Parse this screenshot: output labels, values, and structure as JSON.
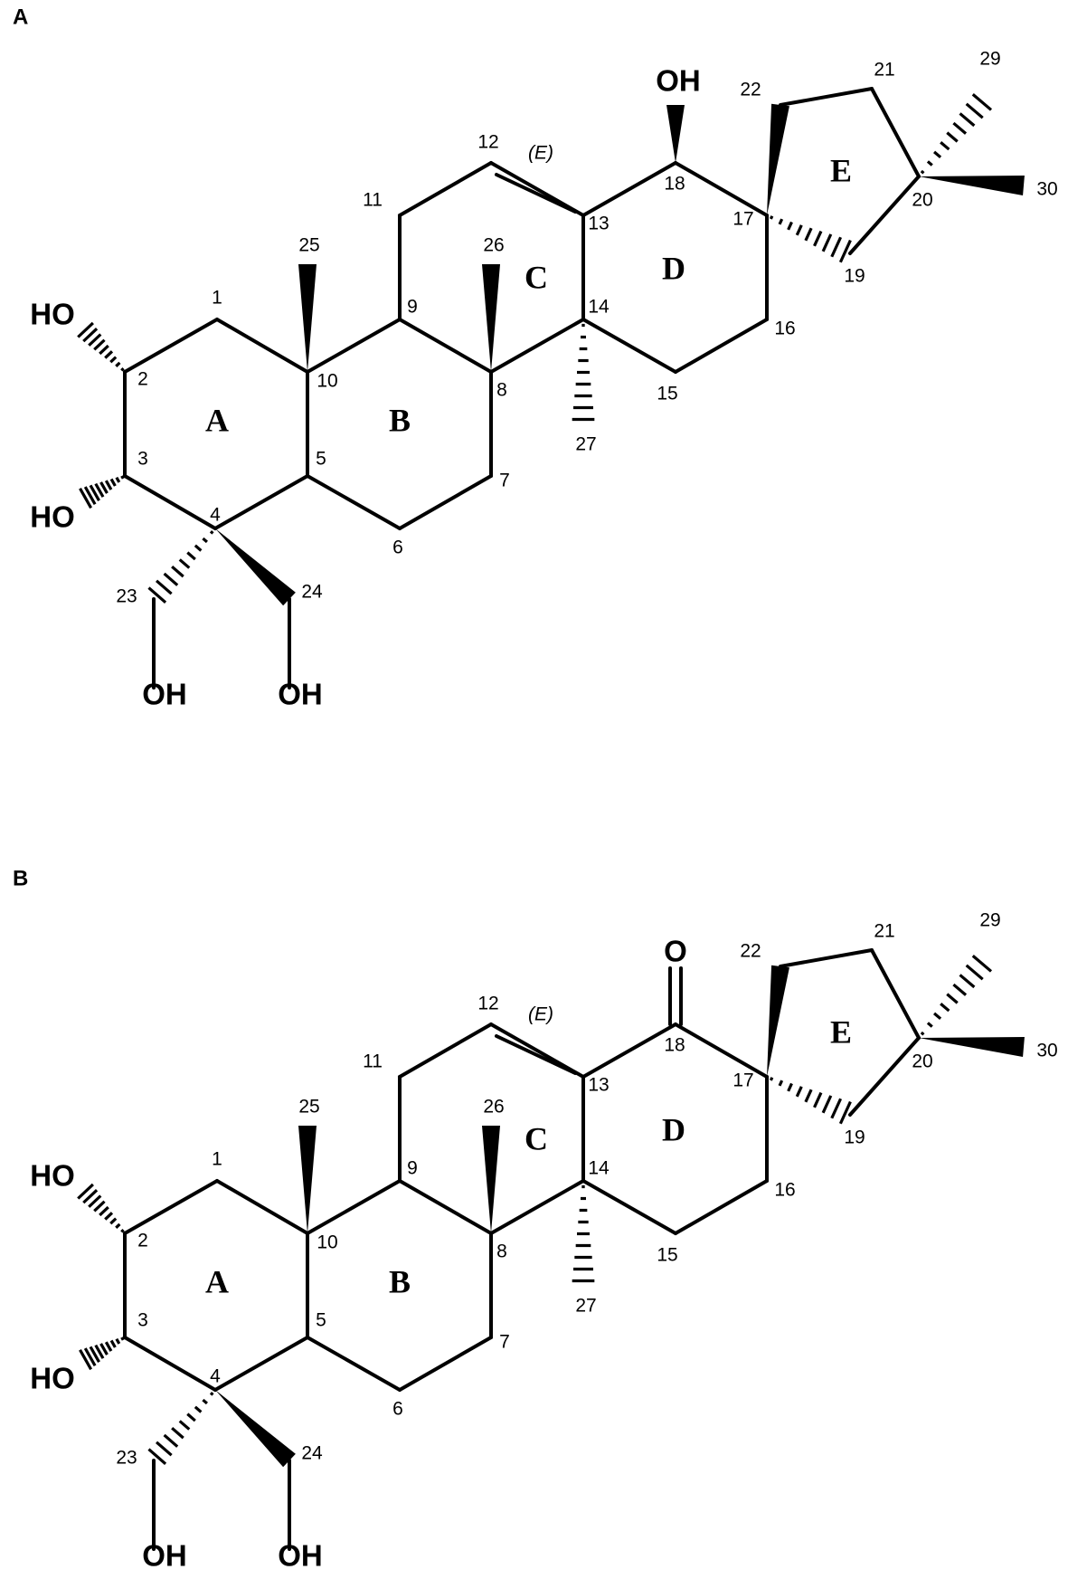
{
  "panels": [
    {
      "id": "A",
      "label": "A",
      "functional_groups": [
        "OH",
        "HO",
        "HO",
        "OH",
        "OH"
      ],
      "ring_labels": [
        "A",
        "B",
        "C",
        "D",
        "E"
      ],
      "stereo_label": "(E)",
      "atom_numbers": [
        "1",
        "2",
        "3",
        "4",
        "5",
        "6",
        "7",
        "8",
        "9",
        "10",
        "11",
        "12",
        "13",
        "14",
        "15",
        "16",
        "17",
        "18",
        "19",
        "20",
        "21",
        "22",
        "23",
        "24",
        "25",
        "26",
        "27",
        "29",
        "30"
      ]
    },
    {
      "id": "B",
      "label": "B",
      "functional_groups": [
        "O",
        "HO",
        "HO",
        "OH",
        "OH"
      ],
      "ring_labels": [
        "A",
        "B",
        "C",
        "D",
        "E"
      ],
      "stereo_label": "(E)",
      "atom_numbers": [
        "1",
        "2",
        "3",
        "4",
        "5",
        "6",
        "7",
        "8",
        "9",
        "10",
        "11",
        "12",
        "13",
        "14",
        "15",
        "16",
        "17",
        "18",
        "19",
        "20",
        "21",
        "22",
        "23",
        "24",
        "25",
        "26",
        "27",
        "29",
        "30"
      ]
    }
  ]
}
